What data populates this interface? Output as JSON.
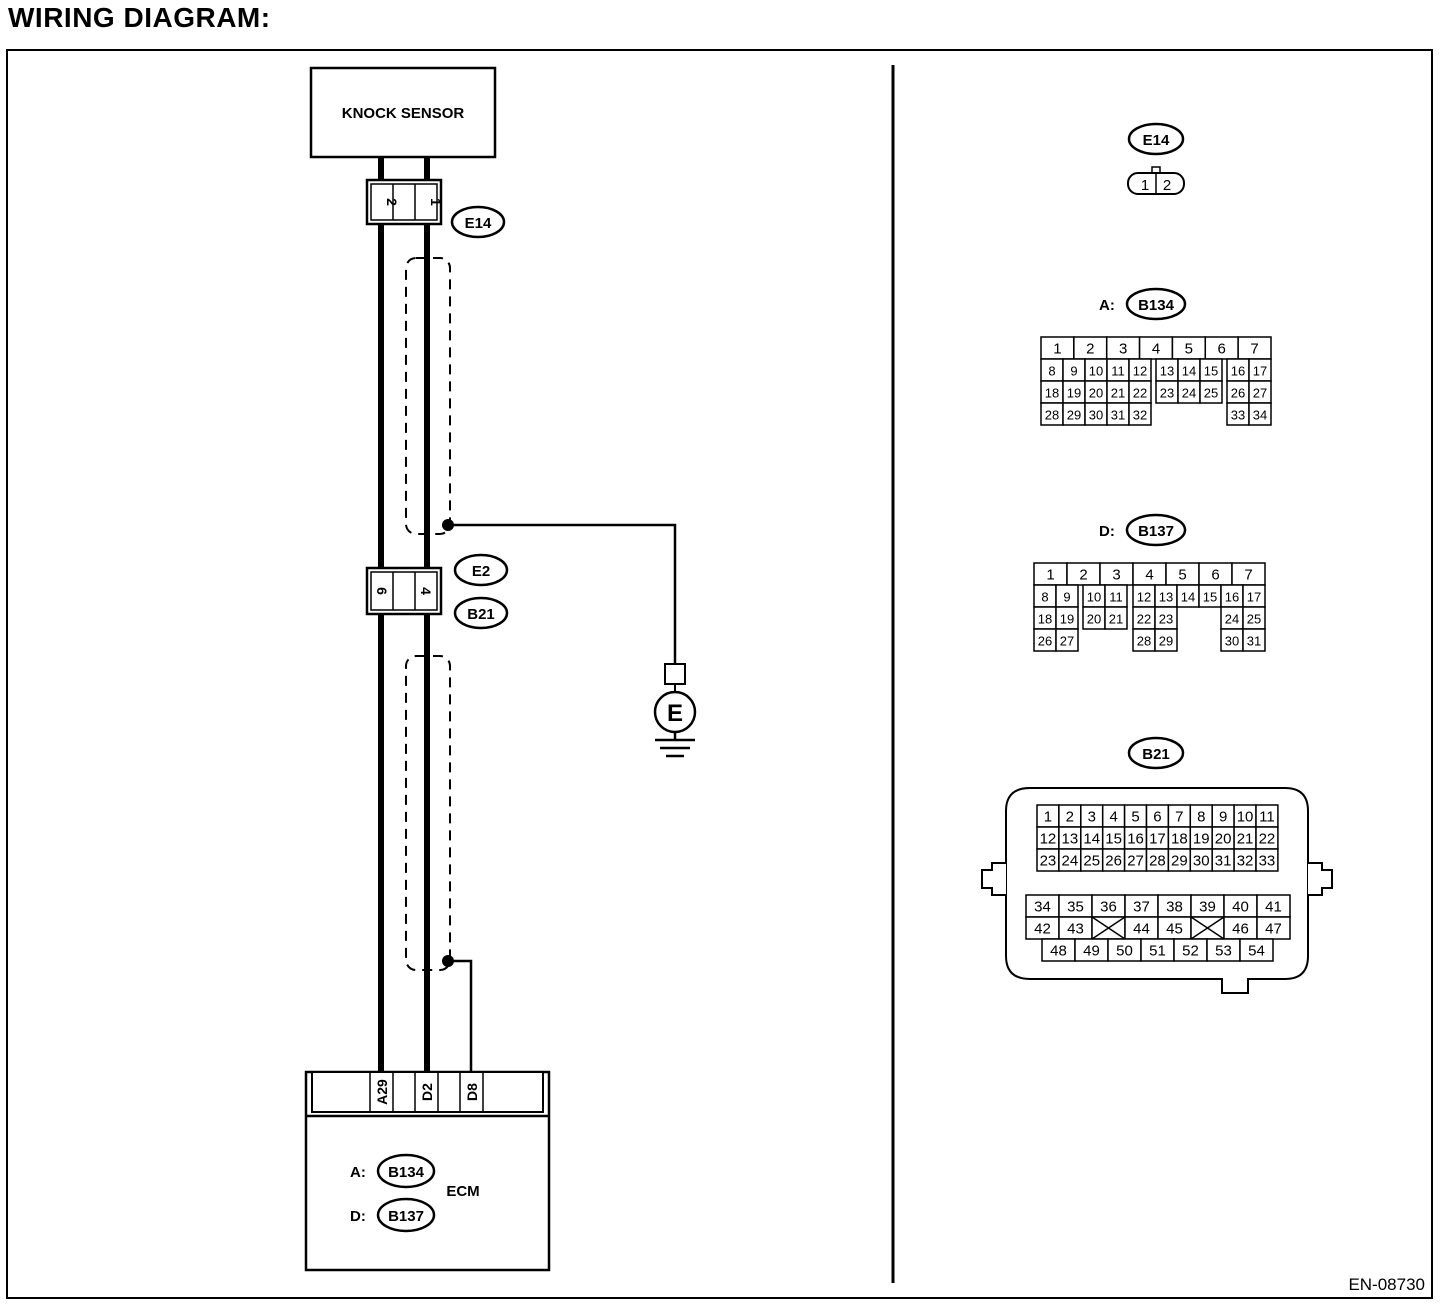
{
  "page": {
    "title": "WIRING DIAGRAM:",
    "figure_code": "EN-08730"
  },
  "knock_sensor": {
    "label": "KNOCK SENSOR"
  },
  "connectors": {
    "e14": {
      "id": "E14",
      "pins": [
        "2",
        "1"
      ]
    },
    "e2": {
      "id": "E2"
    },
    "b21": {
      "id": "B21",
      "pins": [
        "6",
        "4"
      ]
    }
  },
  "ground": {
    "symbol": "E"
  },
  "ecm": {
    "label": "ECM",
    "terminals": [
      "A29",
      "D2",
      "D8"
    ],
    "connector_a": {
      "prefix": "A:",
      "id": "B134"
    },
    "connector_d": {
      "prefix": "D:",
      "id": "B137"
    }
  },
  "pinouts": {
    "e14": {
      "id": "E14",
      "pins": [
        "1",
        "2"
      ]
    },
    "b134": {
      "prefix": "A:",
      "id": "B134",
      "rows": [
        [
          "1",
          "2",
          "3",
          "4",
          "5",
          "6",
          "7"
        ],
        [
          "8",
          "9",
          "10",
          "11",
          "12",
          "13",
          "14",
          "15",
          "16",
          "17"
        ],
        [
          "18",
          "19",
          "20",
          "21",
          "22",
          "23",
          "24",
          "25",
          "26",
          "27"
        ],
        [
          "28",
          "29",
          "30",
          "31",
          "32",
          "33",
          "34"
        ]
      ]
    },
    "b137": {
      "prefix": "D:",
      "id": "B137",
      "rows": [
        [
          "1",
          "2",
          "3",
          "4",
          "5",
          "6",
          "7"
        ],
        [
          "8",
          "9",
          "10",
          "11",
          "12",
          "13",
          "14",
          "15",
          "16",
          "17"
        ],
        [
          "18",
          "19",
          "20",
          "21",
          "22",
          "23",
          "24",
          "25"
        ],
        [
          "26",
          "27",
          "28",
          "29",
          "30",
          "31"
        ]
      ]
    },
    "b21": {
      "id": "B21",
      "upper_rows": [
        [
          "1",
          "2",
          "3",
          "4",
          "5",
          "6",
          "7",
          "8",
          "9",
          "10",
          "11"
        ],
        [
          "12",
          "13",
          "14",
          "15",
          "16",
          "17",
          "18",
          "19",
          "20",
          "21",
          "22"
        ],
        [
          "23",
          "24",
          "25",
          "26",
          "27",
          "28",
          "29",
          "30",
          "31",
          "32",
          "33"
        ]
      ],
      "lower_rows": [
        [
          "34",
          "35",
          "36",
          "37",
          "38",
          "39",
          "40",
          "41"
        ],
        [
          "42",
          "43",
          "44",
          "45",
          "46",
          "47"
        ],
        [
          "48",
          "49",
          "50",
          "51",
          "52",
          "53",
          "54"
        ]
      ]
    }
  }
}
